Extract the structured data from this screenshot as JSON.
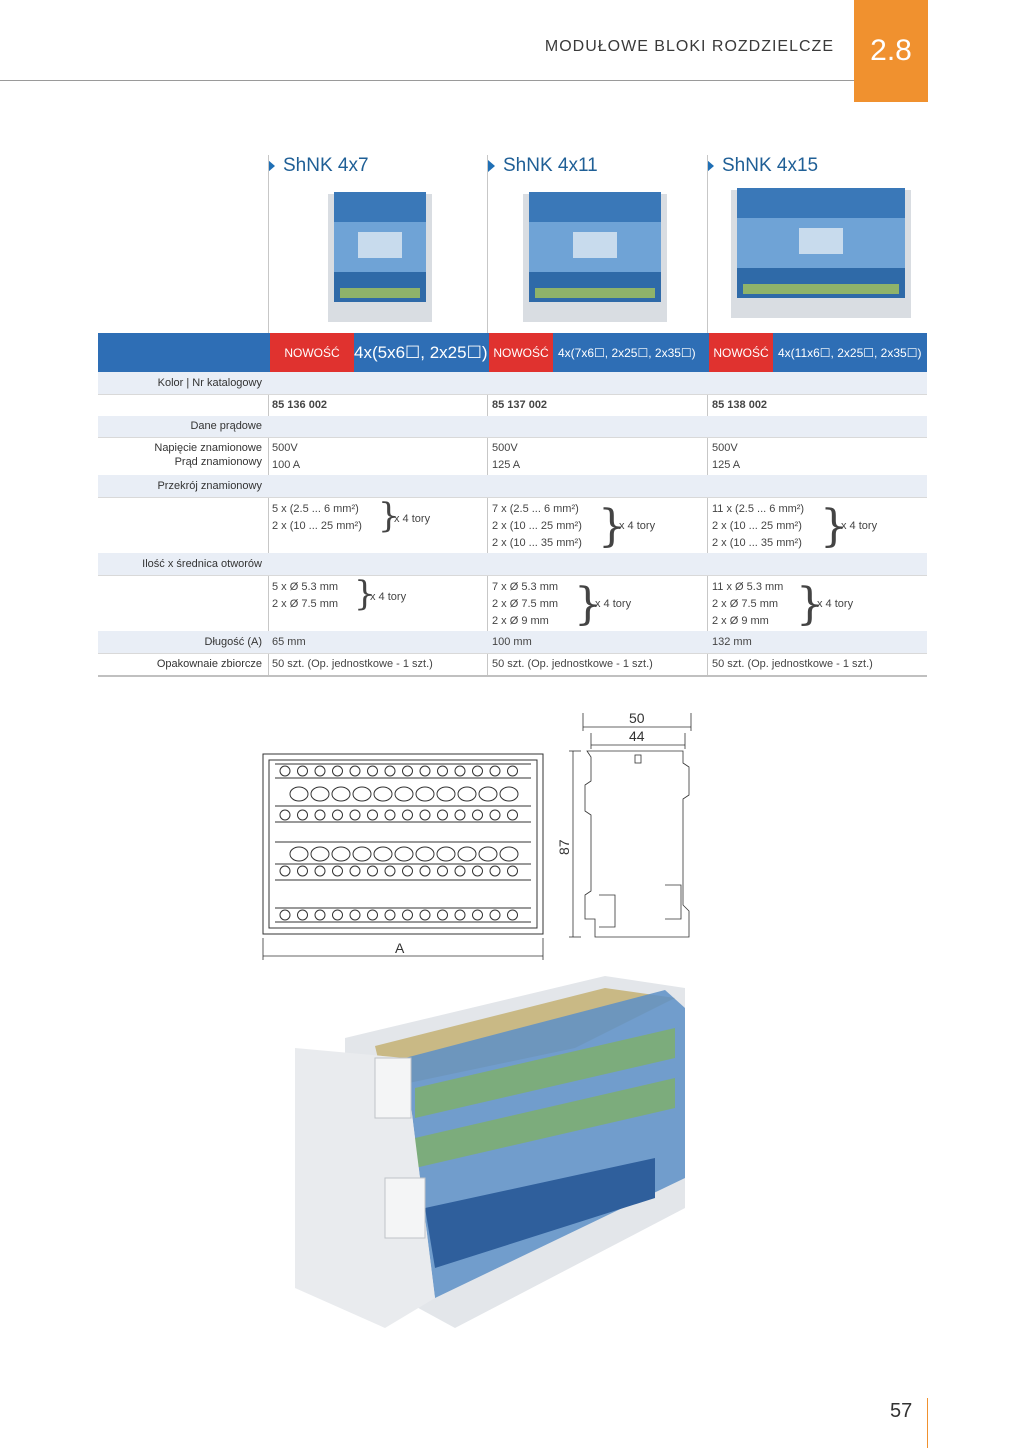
{
  "header": {
    "section_title": "MODUŁOWE BLOKI ROZDZIELCZE",
    "section_number": "2.8"
  },
  "products": [
    {
      "name": "ShNK 4x7",
      "badge": "NOWOŚĆ",
      "config": "4x(5x6☐, 2x25☐)",
      "catalog": "85 136 002",
      "voltage": "500V",
      "current": "100 A",
      "cross_lines": [
        "5 x (2.5 ... 6 mm²)",
        "2 x (10 ... 25 mm²)"
      ],
      "cross_tracks": "x 4 tory",
      "holes_lines": [
        "5 x Ø 5.3 mm",
        "2 x Ø 7.5 mm"
      ],
      "holes_tracks": "x 4 tory",
      "length": "65 mm",
      "packaging": "50 szt. (Op. jednostkowe - 1 szt.)"
    },
    {
      "name": "ShNK 4x11",
      "badge": "NOWOŚĆ",
      "config": "4x(7x6☐, 2x25☐, 2x35☐)",
      "catalog": "85 137 002",
      "voltage": "500V",
      "current": "125 A",
      "cross_lines": [
        "7 x (2.5 ... 6 mm²)",
        "2 x (10 ... 25 mm²)",
        "2 x (10 ... 35 mm²)"
      ],
      "cross_tracks": "x 4 tory",
      "holes_lines": [
        "7 x Ø 5.3 mm",
        "2 x Ø 7.5 mm",
        "2 x Ø 9 mm"
      ],
      "holes_tracks": "x 4 tory",
      "length": "100 mm",
      "packaging": "50 szt. (Op. jednostkowe - 1 szt.)"
    },
    {
      "name": "ShNK 4x15",
      "badge": "NOWOŚĆ",
      "config": "4x(11x6☐, 2x25☐, 2x35☐)",
      "catalog": "85 138 002",
      "voltage": "500V",
      "current": "125 A",
      "cross_lines": [
        "11 x (2.5 ... 6 mm²)",
        "2 x (10 ... 25 mm²)",
        "2 x (10 ... 35 mm²)"
      ],
      "cross_tracks": "x 4 tory",
      "holes_lines": [
        "11 x Ø 5.3 mm",
        "2 x Ø 7.5 mm",
        "2 x Ø 9 mm"
      ],
      "holes_tracks": "x 4 tory",
      "length": "132 mm",
      "packaging": "50 szt. (Op. jednostkowe - 1 szt.)"
    }
  ],
  "row_labels": {
    "color_catalog": "Kolor | Nr katalogowy",
    "current_data": "Dane prądowe",
    "rated_voltage": "Napięcie znamionowe",
    "rated_current": "Prąd znamionowy",
    "cross_section": "Przekrój znamionowy",
    "holes": "Ilość x średnica otworów",
    "length": "Długość (A)",
    "packaging": "Opakownaie zbiorcze"
  },
  "drawing": {
    "width_label_outer": "50",
    "width_label_inner": "44",
    "height_label": "87",
    "length_label": "A"
  },
  "page_number": "57",
  "colors": {
    "accent_orange": "#f0912f",
    "table_blue": "#2e6eb5",
    "new_red": "#e0322f",
    "title_blue": "#1f5f96"
  }
}
